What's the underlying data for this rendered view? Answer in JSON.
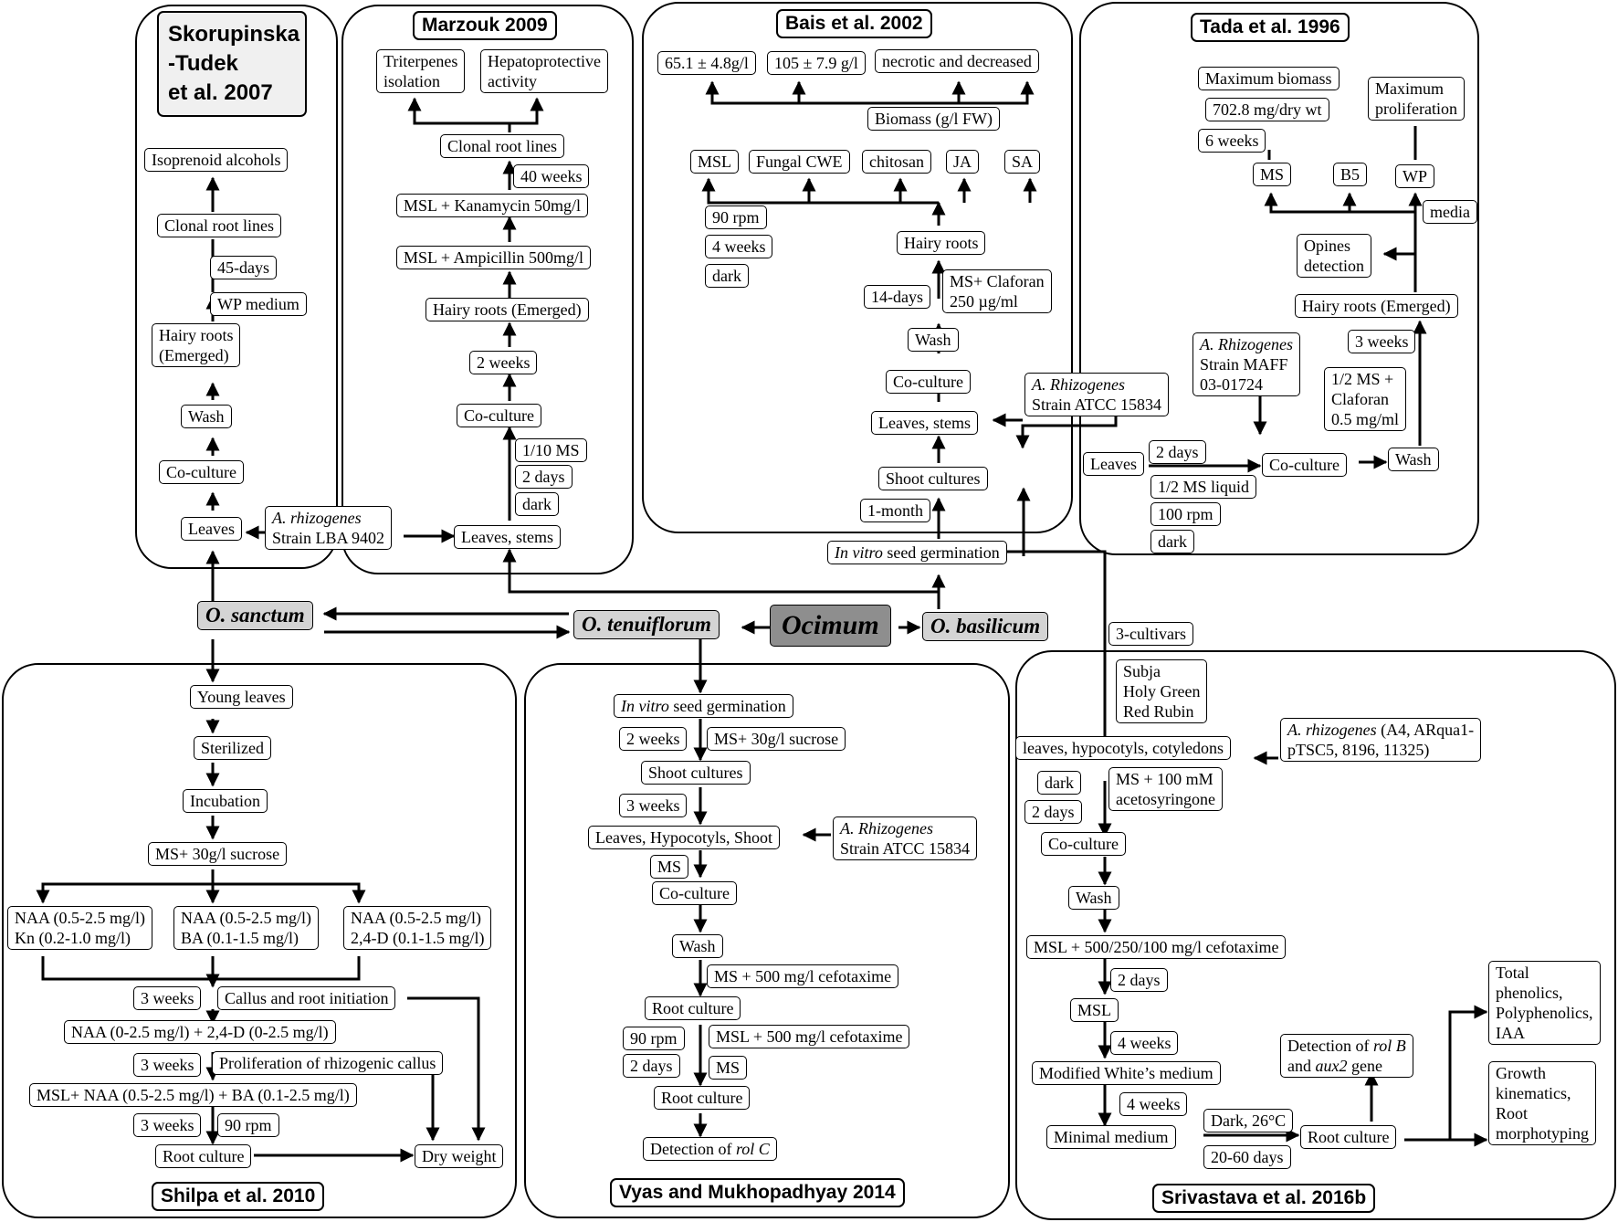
{
  "titles": {
    "skor": "Skorupinska\n-Tudek\net al. 2007",
    "marz": "Marzouk 2009",
    "bais": "Bais et al. 2002",
    "tada": "Tada et al. 1996",
    "shil": "Shilpa et al. 2010",
    "vyas": "Vyas and Mukhopadhyay 2014",
    "sriv": "Srivastava et al. 2016b"
  },
  "species": {
    "ocimum": "Ocimum",
    "sanctum": "O. sanctum",
    "tenuiflorum": "O. tenuiflorum",
    "basilicum": "O. basilicum"
  },
  "nodes": {
    "sk_iso": "Isoprenoid alcohols",
    "sk_clonal": "Clonal root lines",
    "sk_45": "45-days",
    "sk_wp": "WP medium",
    "sk_hairy": "Hairy roots\n(Emerged)",
    "sk_wash": "Wash",
    "sk_cocult": "Co-culture",
    "sk_leaves": "Leaves",
    "sk_arhiz_sp": "A. rhizogenes",
    "sk_arhiz_st": "Strain LBA 9402",
    "mz_trit": "Triterpenes\nisolation",
    "mz_hepa": "Hepatoprotective\nactivity",
    "mz_clonal": "Clonal root lines",
    "mz_40": "40 weeks",
    "mz_kana": "MSL + Kanamycin 50mg/l",
    "mz_ampi": "MSL + Ampicillin 500mg/l",
    "mz_hairy": "Hairy roots (Emerged)",
    "mz_2w": "2 weeks",
    "mz_cocult": "Co-culture",
    "mz_110ms": "1/10 MS",
    "mz_2d": "2 days",
    "mz_dark": "dark",
    "mz_leaves": "Leaves, stems",
    "bs_651": "65.1 ± 4.8g/l",
    "bs_105": "105 ± 7.9 g/l",
    "bs_necro": "necrotic and decreased",
    "bs_biomass": "Biomass (g/l FW)",
    "bs_msl": "MSL",
    "bs_fungal": "Fungal CWE",
    "bs_chitosan": "chitosan",
    "bs_ja": "JA",
    "bs_sa": "SA",
    "bs_90": "90 rpm",
    "bs_4w": "4 weeks",
    "bs_dark": "dark",
    "bs_hairy": "Hairy roots",
    "bs_14": "14-days",
    "bs_msclaf": "MS+ Claforan\n250 µg/ml",
    "bs_wash": "Wash",
    "bs_cocult": "Co-culture",
    "bs_arhiz_sp": "A. Rhizogenes",
    "bs_arhiz_st": "Strain ATCC 15834",
    "bs_leaves": "Leaves, stems",
    "bs_shoot": "Shoot cultures",
    "bs_1m": "1-month",
    "bs_invitro_it": "In vitro",
    "bs_invitro": " seed germination",
    "td_maxbio": "Maximum biomass",
    "td_702": "702.8 mg/dry wt",
    "td_6w": "6 weeks",
    "td_maxpro": "Maximum\nproliferation",
    "td_ms": "MS",
    "td_b5": "B5",
    "td_wp": "WP",
    "td_media": "media",
    "td_opines": "Opines\ndetection",
    "td_hairy": "Hairy roots (Emerged)",
    "td_3w": "3 weeks",
    "td_half": "1/2 MS +\nClaforan\n0.5 mg/ml",
    "td_arhiz_sp": "A. Rhizogenes",
    "td_arhiz_st": "Strain MAFF\n03-01724",
    "td_leaves": "Leaves",
    "td_2d": "2 days",
    "td_cocult": "Co-culture",
    "td_wash": "Wash",
    "td_halfliq": "1/2 MS liquid",
    "td_100": "100 rpm",
    "td_dark": "dark",
    "sp_young": "Young leaves",
    "sp_steril": "Sterilized",
    "sp_incub": "Incubation",
    "sp_ms30": "MS+ 30g/l sucrose",
    "sp_naa1": "NAA (0.5-2.5 mg/l)\nKn (0.2-1.0 mg/l)",
    "sp_naa2": "NAA (0.5-2.5 mg/l)\nBA (0.1-1.5 mg/l)",
    "sp_naa3": "NAA (0.5-2.5 mg/l)\n2,4-D (0.1-1.5 mg/l)",
    "sp_3w1": "3 weeks",
    "sp_callus": "Callus and root initiation",
    "sp_naa24d": "NAA (0-2.5 mg/l) + 2,4-D (0-2.5 mg/l)",
    "sp_3w2": "3 weeks",
    "sp_prolif": "Proliferation of rhizogenic callus",
    "sp_mslnaa": "MSL+ NAA (0.5-2.5 mg/l) + BA (0.1-2.5 mg/l)",
    "sp_3w3": "3 weeks",
    "sp_90": "90 rpm",
    "sp_root": "Root culture",
    "sp_dry": "Dry weight",
    "vy_invitro_it": "In vitro",
    "vy_invitro": " seed germination",
    "vy_2w": "2 weeks",
    "vy_ms30": "MS+ 30g/l sucrose",
    "vy_shoot": "Shoot cultures",
    "vy_3w": "3 weeks",
    "vy_leaves": "Leaves, Hypocotyls, Shoot",
    "vy_arhiz_sp": "A. Rhizogenes",
    "vy_arhiz_st": "Strain ATCC 15834",
    "vy_ms": "MS",
    "vy_cocult": "Co-culture",
    "vy_wash": "Wash",
    "vy_mscef": "MS + 500 mg/l cefotaxime",
    "vy_root1": "Root culture",
    "vy_90": "90 rpm",
    "vy_2d": "2 days",
    "vy_mslcef": "MSL + 500 mg/l cefotaxime",
    "vy_ms2": "MS",
    "vy_root2": "Root culture",
    "vy_detect": "Detection of ",
    "vy_detect_it": "rol C",
    "sv_3cult": "3-cultivars",
    "sv_cultivars": "Subja\nHoly Green\nRed Rubin",
    "sv_leaves": "leaves, hypocotyls, cotyledons",
    "sv_arhiz_sp": "A. rhizogenes",
    "sv_arhiz_st": " (A4, ARqua1-\npTSC5, 8196, 11325)",
    "sv_dark": "dark",
    "sv_2d1": "2 days",
    "sv_msaceto": "MS + 100 mM\nacetosyringone",
    "sv_cocult": "Co-culture",
    "sv_wash": "Wash",
    "sv_mslcef": "MSL + 500/250/100  mg/l cefotaxime",
    "sv_2d2": "2 days",
    "sv_msl": "MSL",
    "sv_4w1": "4 weeks",
    "sv_white": "Modified White’s medium",
    "sv_4w2": "4 weeks",
    "sv_minimal": "Minimal  medium",
    "sv_dark26": "Dark, 26°C",
    "sv_2060": "20-60 days",
    "sv_root": "Root culture",
    "sv_detect_a": "Detection of ",
    "sv_detect_it1": "rol B",
    "sv_detect_b": "\nand ",
    "sv_detect_it2": "aux2",
    "sv_detect_c": " gene",
    "sv_total": "Total\nphenolics,\nPolyphenolics,\nIAA",
    "sv_growth": "Growth\nkinematics,\nRoot\nmorphotyping"
  }
}
